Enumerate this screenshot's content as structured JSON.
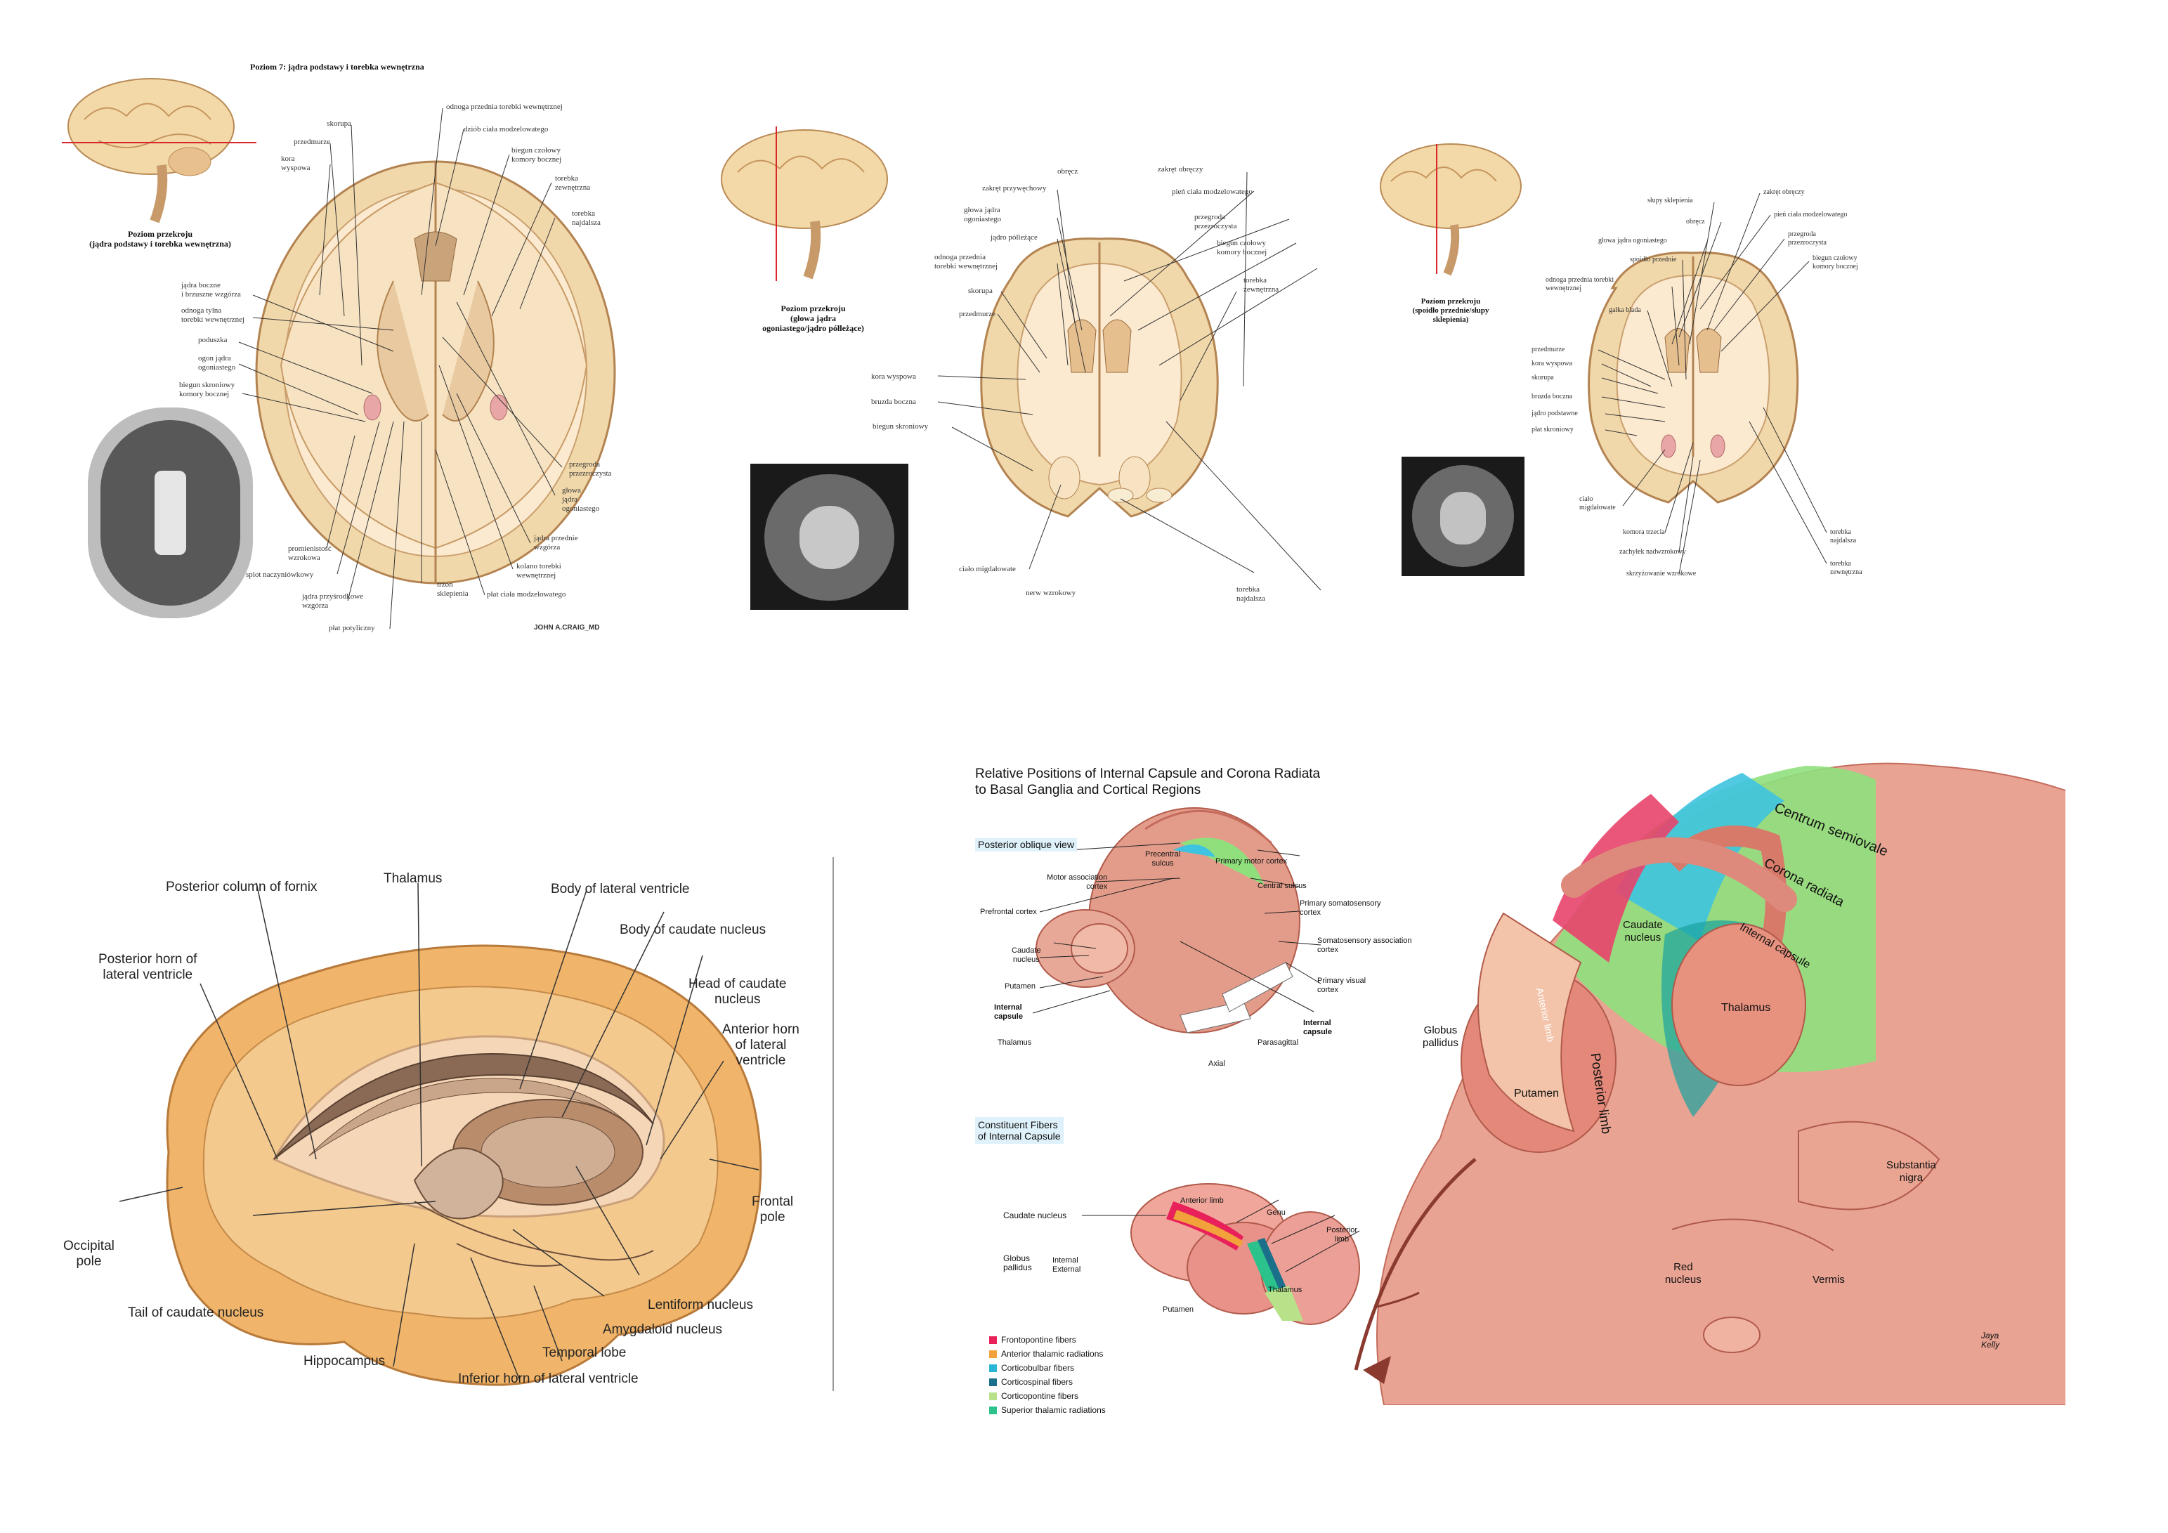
{
  "panel1": {
    "title": "Poziom 7: jądra podstawy i torebka wewnętrzna",
    "caption_line1": "Poziom przekroju",
    "caption_line2": "(jądra podstawy i torebka wewnętrzna)",
    "signature": "JOHN A.CRAIG_MD",
    "labels_left": [
      "skorupa",
      "przedmurze",
      "kora",
      "wyspowa",
      "jądra boczne",
      "i brzuszne wzgórza",
      "odnoga tylna",
      "torebki wewnętrznej",
      "poduszka",
      "ogon jądra",
      "ogoniastego",
      "biegun skroniowy",
      "komory bocznej",
      "promienistość",
      "wzrokowa",
      "splot naczyniówkowy",
      "jądra przyśrodkowe",
      "wzgórza",
      "płat potyliczny"
    ],
    "labels_right": [
      "odnoga przednia torebki wewnętrznej",
      "dziób ciała modzelowatego",
      "biegun czołowy",
      "komory bocznej",
      "torebka",
      "zewnętrzna",
      "torebka",
      "najdalsza",
      "przegroda",
      "przezroczysta",
      "głowa",
      "jądra",
      "ogoniastego",
      "jądra przednie",
      "wzgórza",
      "kolano torebki",
      "wewnętrznej",
      "trzon",
      "sklepienia",
      "płat ciała modzelowatego"
    ]
  },
  "panel2": {
    "caption_line1": "Poziom przekroju",
    "caption_line2": "(głowa jądra",
    "caption_line3": "ogoniastego/jądro półleżące)",
    "labels_left": [
      "zakręt przywęchowy",
      "głowa jądra",
      "ogoniastego",
      "jądro półleżące",
      "odnoga przednia",
      "torebki wewnętrznej",
      "skorupa",
      "przedmurze",
      "kora wyspowa",
      "bruzda boczna",
      "biegun skroniowy",
      "ciało migdałowate",
      "nerw wzrokowy"
    ],
    "labels_right": [
      "obręcz",
      "zakręt obręczy",
      "pień ciała modzelowatego",
      "przegroda",
      "przezroczysta",
      "biegun czołowy",
      "komory bocznej",
      "torebka",
      "zewnętrzna",
      "torebka",
      "najdalsza"
    ]
  },
  "panel3": {
    "caption_line1": "Poziom przekroju",
    "caption_line2": "(spoidło przednie/słupy",
    "caption_line3": "sklepienia)",
    "labels_left": [
      "słupy sklepienia",
      "obręcz",
      "głowa jądra ogoniastego",
      "spoidło przednie",
      "odnoga przednia torebki",
      "wewnętrznej",
      "gałka blada",
      "przedmurze",
      "kora wyspowa",
      "skorupa",
      "bruzda boczna",
      "jądro podstawne",
      "płat skroniowy",
      "ciało",
      "migdałowate",
      "komora trzecia",
      "zachyłek nadwzrokowy",
      "skrzyżowanie wzrokowe"
    ],
    "labels_right": [
      "zakręt obręczy",
      "pień ciała modzelowatego",
      "przegroda",
      "przezroczysta",
      "biegun czołowy",
      "komory bocznej",
      "torebka",
      "najdalsza",
      "torebka",
      "zewnętrzna"
    ]
  },
  "panel4": {
    "labels": {
      "posterior_column": "Posterior column of fornix",
      "thalamus": "Thalamus",
      "body_lateral_ventricle": "Body of lateral ventricle",
      "body_caudate": "Body of caudate nucleus",
      "posterior_horn_1": "Posterior horn of",
      "posterior_horn_2": "lateral ventricle",
      "head_caudate_1": "Head of caudate",
      "head_caudate_2": "nucleus",
      "anterior_horn_1": "Anterior horn",
      "anterior_horn_2": "of lateral",
      "anterior_horn_3": "ventricle",
      "frontal_pole_1": "Frontal",
      "frontal_pole_2": "pole",
      "occipital_pole_1": "Occipital",
      "occipital_pole_2": "pole",
      "tail_caudate": "Tail of caudate nucleus",
      "lentiform": "Lentiform nucleus",
      "amygdaloid": "Amygdaloid nucleus",
      "hippocampus": "Hippocampus",
      "temporal_lobe": "Temporal lobe",
      "inferior_horn": "Inferior horn of lateral ventricle"
    }
  },
  "panel5": {
    "title_line1": "Relative Positions of Internal Capsule and Corona Radiata",
    "title_line2": "to Basal Ganglia and Cortical Regions",
    "posterior_view": "Posterior oblique view",
    "constituent_line1": "Constituent Fibers",
    "constituent_line2": "of Internal Capsule",
    "small_labels": {
      "precentral_1": "Precentral",
      "precentral_2": "sulcus",
      "motor_assoc_1": "Motor association",
      "motor_assoc_2": "cortex",
      "primary_motor": "Primary motor cortex",
      "central_sulcus": "Central sulcus",
      "prefrontal": "Prefrontal cortex",
      "primary_soma_1": "Primary somatosensory",
      "primary_soma_2": "cortex",
      "soma_assoc_1": "Somatosensory association",
      "soma_assoc_2": "cortex",
      "caudate_1": "Caudate",
      "caudate_2": "nucleus",
      "putamen": "Putamen",
      "primary_visual_1": "Primary visual",
      "primary_visual_2": "cortex",
      "internal_1": "Internal",
      "internal_2": "capsule",
      "internal_r1": "Internal",
      "internal_r2": "capsule",
      "thalamus": "Thalamus",
      "axial": "Axial",
      "parasagittal": "Parasagittal",
      "anterior_limb": "Anterior limb",
      "genu": "Genu",
      "caudate_nucleus": "Caudate nucleus",
      "posterior_limb_1": "Posterior",
      "posterior_limb_2": "limb",
      "globus_1": "Globus",
      "globus_2": "pallidus",
      "internal_s": "Internal",
      "external_s": "External",
      "putamen2": "Putamen",
      "thalamus2": "Thalamus"
    },
    "legend": [
      {
        "label": "Frontopontine fibers",
        "color": "#e8215a"
      },
      {
        "label": "Anterior thalamic radiations",
        "color": "#f2a23a"
      },
      {
        "label": "Corticobulbar fibers",
        "color": "#29b6d6"
      },
      {
        "label": "Corticospinal fibers",
        "color": "#1a6f8a"
      },
      {
        "label": "Corticopontine fibers",
        "color": "#b7e28a"
      },
      {
        "label": "Superior thalamic radiations",
        "color": "#2bc28b"
      }
    ],
    "big_labels": {
      "centrum": "Centrum semiovale",
      "corona": "Corona radiata",
      "internal_capsule": "Internal capsule",
      "caudate_1": "Caudate",
      "caudate_2": "nucleus",
      "thalamus": "Thalamus",
      "globus_1": "Globus",
      "globus_2": "pallidus",
      "anterior_limb": "Anterior limb",
      "posterior_limb": "Posterior limb",
      "putamen": "Putamen",
      "substantia_1": "Substantia",
      "substantia_2": "nigra",
      "red_1": "Red",
      "red_2": "nucleus",
      "vermis": "Vermis",
      "artist": "Jaya Kelly"
    }
  }
}
